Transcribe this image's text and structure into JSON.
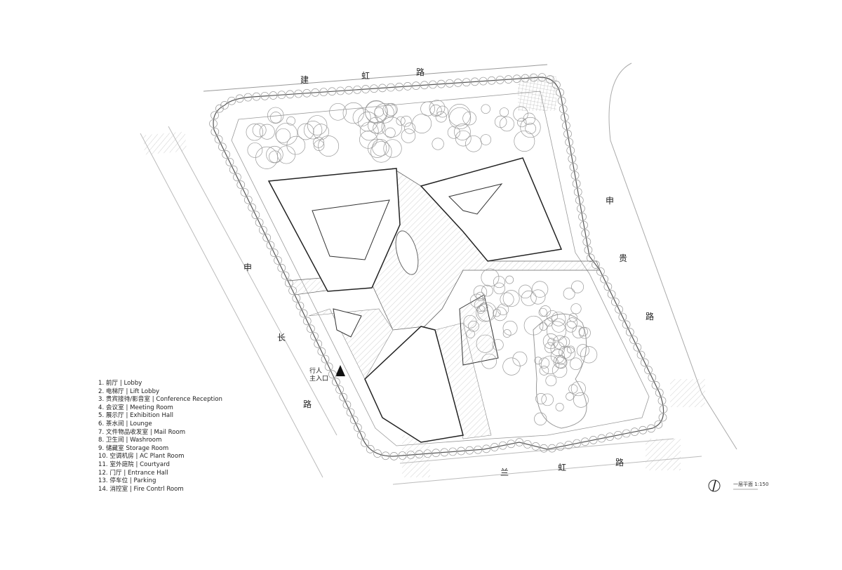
{
  "roads": {
    "north": [
      "建",
      "虹",
      "路"
    ],
    "east": [
      "申",
      "贵",
      "路"
    ],
    "west": [
      "申",
      "长",
      "路"
    ],
    "south": [
      "兰",
      "虹",
      "路"
    ]
  },
  "entrance": {
    "line1": "行人",
    "line2": "主入口"
  },
  "legend": [
    "1. 前厅 | Lobby",
    "2. 电梯厅 | Lift Lobby",
    "3. 贵宾接待/影音室 | Conference Reception",
    "4. 会议室 | Meeting Room",
    "5. 展示厅 | Exhibition Hall",
    "6. 茶水间 | Lounge",
    "7. 文件物品收发室 | Mail Room",
    "8. 卫生间 | Washroom",
    "9. 储藏室 Storage Room",
    "10. 空调机房 | AC Plant Room",
    "11. 室外庭院 | Courtyard",
    "12. 门厅 | Entrance Hall",
    "13. 停车位 | Parking",
    "14. 消控室 | Fire Contrl Room"
  ],
  "title_block": {
    "title": "一层平面",
    "scale": "1:150"
  },
  "colors": {
    "line": "#555555",
    "light": "#aaaaaa",
    "text": "#222222"
  }
}
